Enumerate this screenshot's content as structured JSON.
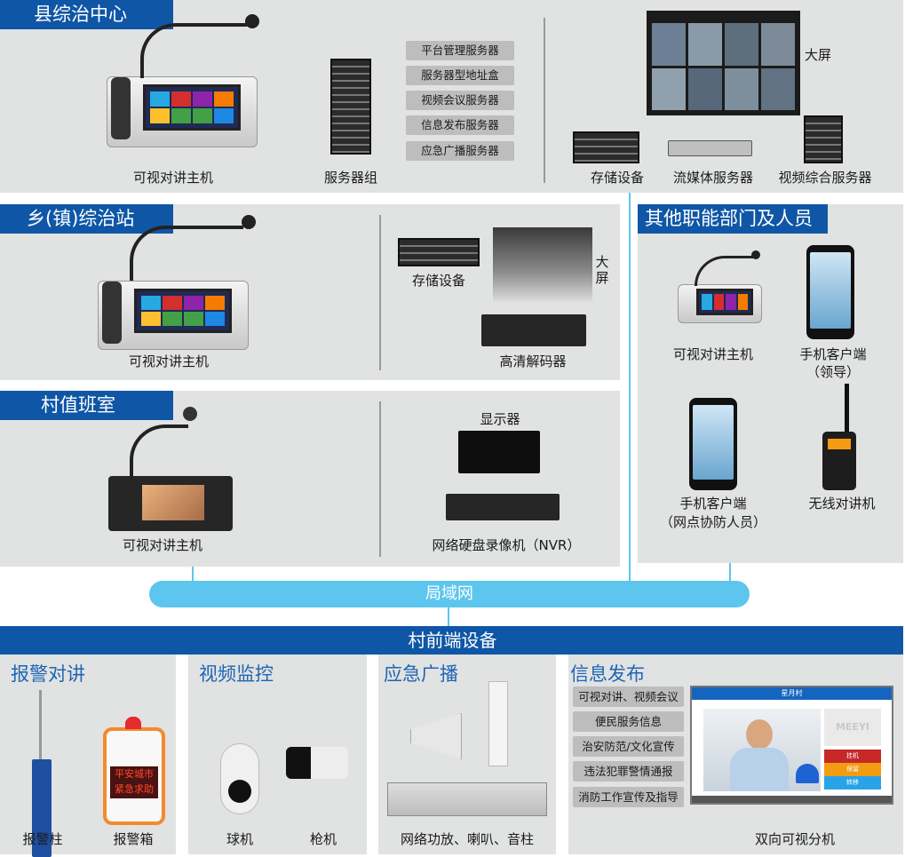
{
  "county": {
    "title": "县综治中心",
    "console_label": "可视对讲主机",
    "server_group_label": "服务器组",
    "servers": [
      "平台管理服务器",
      "服务器型地址盒",
      "视频会议服务器",
      "信息发布服务器",
      "应急广播服务器"
    ],
    "big_screen_label": "大屏",
    "storage_label": "存储设备",
    "streaming_label": "流媒体服务器",
    "video_server_label": "视频综合服务器"
  },
  "township": {
    "title": "乡(镇)综治站",
    "console_label": "可视对讲主机",
    "storage_label": "存储设备",
    "big_screen_label": "大屏",
    "decoder_label": "高清解码器"
  },
  "village_duty": {
    "title": "村值班室",
    "console_label": "可视对讲主机",
    "monitor_label": "显示器",
    "nvr_label": "网络硬盘录像机（NVR）"
  },
  "departments": {
    "title": "其他职能部门及人员",
    "console_label": "可视对讲主机",
    "phone_leader_label": "手机客户端",
    "phone_leader_sub": "（领导）",
    "phone_staff_label": "手机客户端",
    "phone_staff_sub": "（网点协防人员）",
    "radio_label": "无线对讲机"
  },
  "lan_label": "局域网",
  "frontend": {
    "title": "村前端设备",
    "alarm": {
      "title": "报警对讲",
      "items": [
        "报警柱",
        "报警箱"
      ],
      "box_text": "平安城市紧急求助"
    },
    "video": {
      "title": "视频监控",
      "items": [
        "球机",
        "枪机"
      ]
    },
    "broadcast": {
      "title": "应急广播",
      "label": "网络功放、喇叭、音柱"
    },
    "info": {
      "title": "信息发布",
      "items": [
        "可视对讲、视频会议",
        "便民服务信息",
        "治安防范/文化宣传",
        "违法犯罪警情通报",
        "消防工作宣传及指导"
      ],
      "terminal_label": "双向可视分机",
      "terminal_header": "星月村",
      "terminal_brand": "MEEYI",
      "terminal_buttons": [
        "挂机",
        "保留",
        "转移"
      ]
    }
  },
  "colors": {
    "brand_blue": "#0f57a6",
    "lan": "#5cc6ee",
    "panel": "#e1e2e2"
  }
}
